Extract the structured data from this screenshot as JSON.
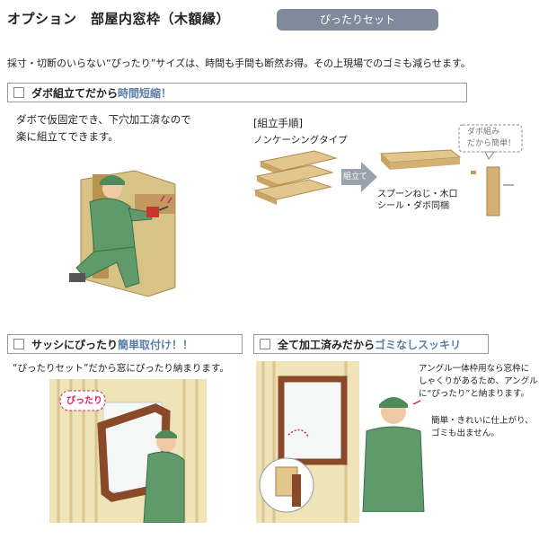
{
  "header": {
    "title": "オプション　部屋内窓枠（木額縁）",
    "badge": "ぴったりセット"
  },
  "intro": "採寸・切断のいらない“ぴったり”サイズは、時間も手間も断然お得。その上現場でのゴミも減らせます。",
  "section1": {
    "heading_plain": "ダボ組立てだから",
    "heading_highlight": "時間短縮！",
    "body_line1": "ダボで仮固定でき、下穴加工済なので",
    "body_line2": "楽に組立てできます。",
    "procedure_title": "[組立手順]",
    "procedure_subtitle": "ノンケーシングタイプ",
    "arrow_label": "組立て",
    "callout": "ダボ組み\nだから簡単！",
    "parts_line1": "スプーンねじ・木口",
    "parts_line2": "シール・ダボ同梱"
  },
  "section2": {
    "heading_plain": "サッシにぴったり",
    "heading_highlight": "簡単取付け！！",
    "body": "“ぴったりセット”だから窓にぴったり納まります。",
    "tag": "ぴったり"
  },
  "section3": {
    "heading_plain": "全て加工済みだから",
    "heading_highlight": "ゴミなしスッキリ",
    "note1_line1": "アングル一体枠用なら窓枠に",
    "note1_line2": "しゃくりがあるため、アングル",
    "note1_line3": "に“ぴったり”と納まります。",
    "note2_line1": "簡単・きれいに仕上がり、",
    "note2_line2": "ゴミも出ません。"
  }
}
